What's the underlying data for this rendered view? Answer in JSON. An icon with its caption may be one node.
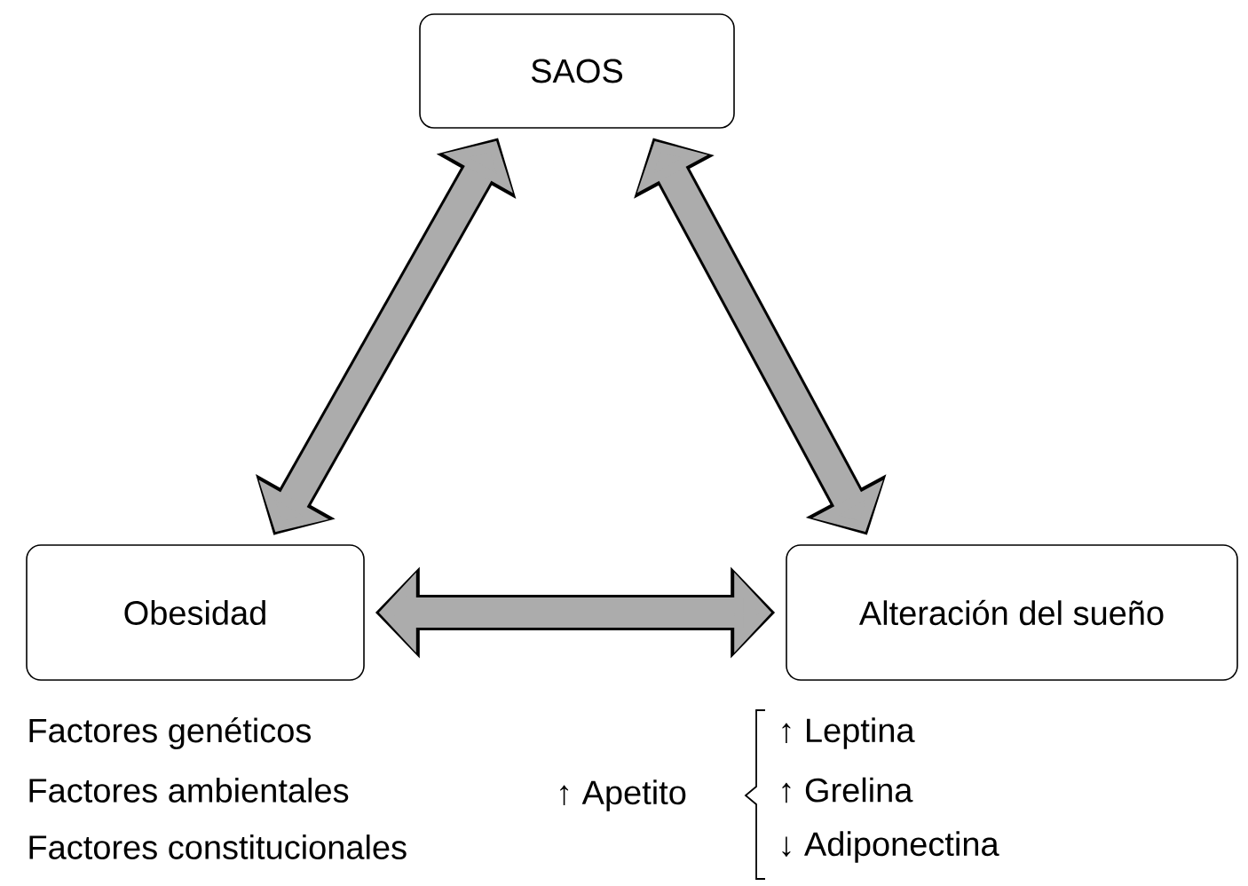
{
  "diagram": {
    "nodes": [
      {
        "text": [
          "SAOS"
        ]
      },
      {
        "text": [
          "Obesidad"
        ]
      },
      {
        "text": [
          "Alteración del sueño"
        ]
      }
    ],
    "edges": [
      {
        "from": 0,
        "to": 1,
        "arrow": "both"
      },
      {
        "from": 0,
        "to": 2,
        "arrow": "both"
      },
      {
        "from": 1,
        "to": 2,
        "arrow": "both"
      }
    ],
    "labels": [
      "Factores genéticos",
      "↑ Leptina",
      "Factores ambientales",
      "↑ Apetito",
      "↑ Grelina",
      "Factores constitucionales",
      "↓ Adiponectina"
    ]
  }
}
